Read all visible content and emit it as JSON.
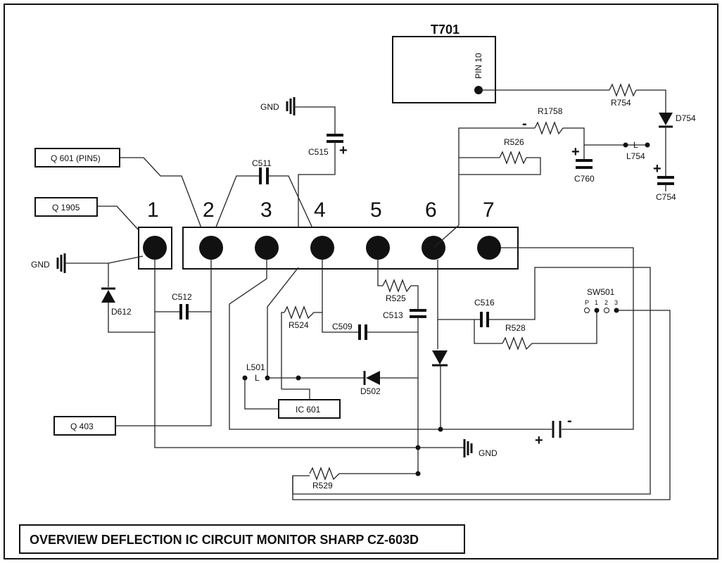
{
  "title": "OVERVIEW DEFLECTION IC CIRCUIT MONITOR SHARP CZ-603D",
  "ic_pins": [
    "1",
    "2",
    "3",
    "4",
    "5",
    "6",
    "7"
  ],
  "transformer": {
    "name": "T701",
    "pin": "PIN 10"
  },
  "connectors": {
    "q601": "Q 601 (PIN5)",
    "q1905": "Q 1905",
    "q403": "Q 403",
    "ic601": "IC 601"
  },
  "gnd": "GND",
  "l_mark": "L",
  "plus": "+",
  "minus": "-",
  "switch": {
    "name": "SW501",
    "positions": [
      "P",
      "1",
      "2",
      "3"
    ]
  },
  "components": {
    "R754": "R754",
    "D754": "D754",
    "L754": "L754",
    "C754": "C754",
    "R1758": "R1758",
    "C760": "C760",
    "R526": "R526",
    "C515": "C515",
    "C511": "C511",
    "D612": "D612",
    "C512": "C512",
    "R524": "R524",
    "C509": "C509",
    "R525": "R525",
    "C513": "C513",
    "C516": "C516",
    "R528": "R528",
    "L501": "L501",
    "D502": "D502",
    "R529": "R529"
  }
}
